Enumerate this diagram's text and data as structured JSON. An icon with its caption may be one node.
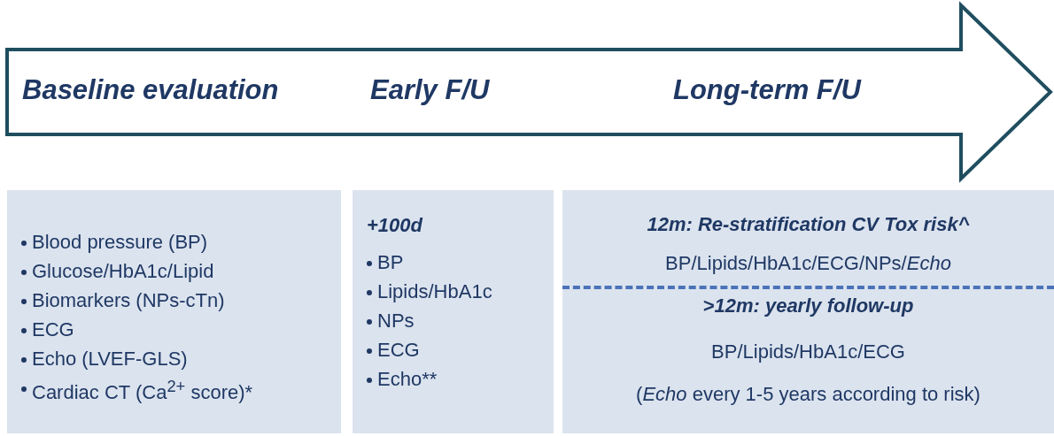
{
  "diagram": {
    "nodes": [
      {
        "text": [
          "Baseline evaluation",
          "Early F/U",
          "Long-term F/U"
        ]
      },
      {
        "text": [
          "Blood pressure (BP)",
          "Glucose/HbA1c/Lipid",
          "Biomarkers (NPs-cTn)",
          "ECG",
          "Echo (LVEF-GLS)",
          "Cardiac CT (Ca$^{2+}$ score)*"
        ]
      },
      {
        "text": [
          "+100d",
          "BP",
          "Lipids/HbA1c",
          "NPs",
          "ECG",
          "Echo**"
        ]
      },
      {
        "text": [
          "12m: Re-stratification CV Tox risk^",
          "BP/Lipids/HbA1c/ECG/NPs/*Echo*",
          ">12m: yearly follow-up",
          "BP/Lipids/HbA1c/ECG",
          "(*Echo* every 1-5 years according to risk)"
        ]
      }
    ]
  }
}
